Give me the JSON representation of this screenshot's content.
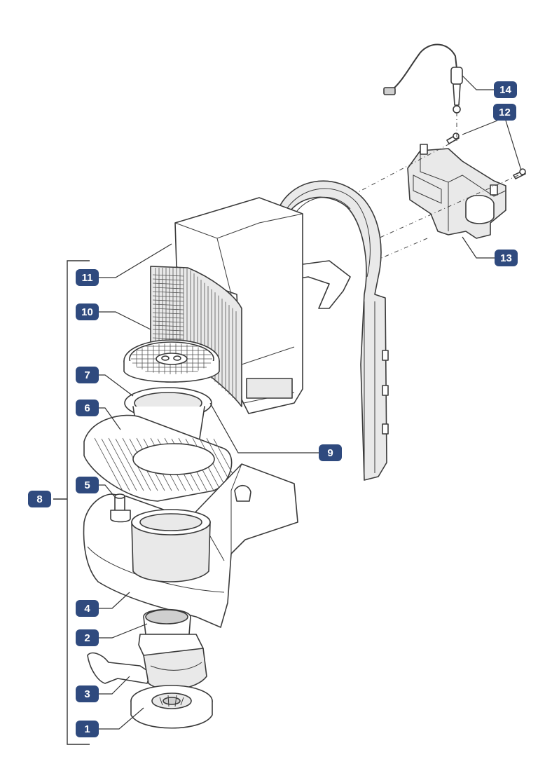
{
  "diagram": {
    "callouts": [
      {
        "id": "c1",
        "label": "1"
      },
      {
        "id": "c2",
        "label": "2"
      },
      {
        "id": "c3",
        "label": "3"
      },
      {
        "id": "c4",
        "label": "4"
      },
      {
        "id": "c5",
        "label": "5"
      },
      {
        "id": "c6",
        "label": "6"
      },
      {
        "id": "c7",
        "label": "7"
      },
      {
        "id": "c8",
        "label": "8"
      },
      {
        "id": "c9",
        "label": "9"
      },
      {
        "id": "c10",
        "label": "10"
      },
      {
        "id": "c11",
        "label": "11"
      },
      {
        "id": "c12",
        "label": "12"
      },
      {
        "id": "c13",
        "label": "13"
      },
      {
        "id": "c14",
        "label": "14"
      }
    ],
    "colors": {
      "callout_fill": "#2f4a7e",
      "callout_text": "#ffffff",
      "line": "#3a3a3a"
    }
  }
}
